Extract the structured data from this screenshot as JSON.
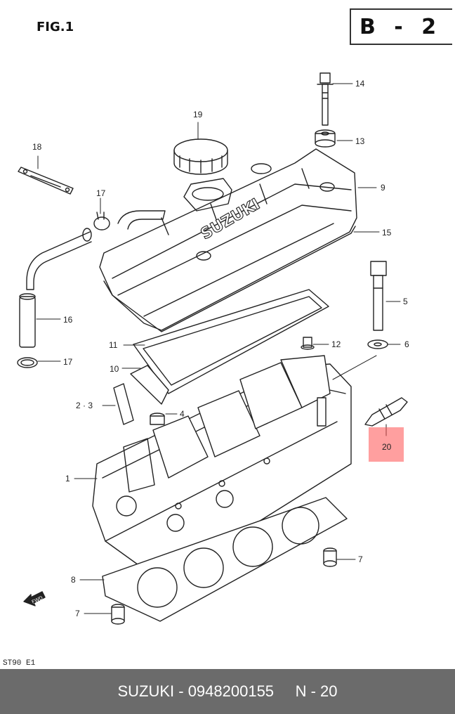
{
  "header": {
    "figure_label": "FIG.1",
    "page_ref": "B - 2"
  },
  "callouts": {
    "c1": "1",
    "c2_3": "2 · 3",
    "c4": "4",
    "c5": "5",
    "c6": "6",
    "c7a": "7",
    "c7b": "7",
    "c8": "8",
    "c9": "9",
    "c10": "10",
    "c11": "11",
    "c12": "12",
    "c13": "13",
    "c14": "14",
    "c15": "15",
    "c16": "16",
    "c17a": "17",
    "c17b": "17",
    "c18": "18",
    "c19": "19",
    "c20": "20"
  },
  "diagram": {
    "cover_brand_text": "SUZUKI",
    "direction_marker": "FWD",
    "code_label": "ST90 E1"
  },
  "footer": {
    "text": "SUZUKI - 0948200155     N - 20"
  },
  "colors": {
    "highlight": "#ff5050",
    "footer_bg": "#6b6b6b",
    "line": "#222222"
  }
}
